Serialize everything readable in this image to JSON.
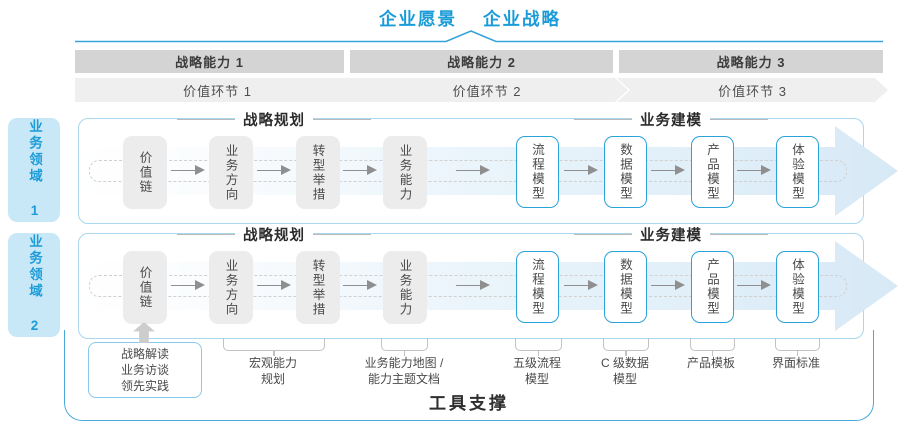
{
  "page": {
    "title_vision": "企业愿景",
    "title_strategy": "企业战略"
  },
  "strategy_bars": [
    "战略能力 1",
    "战略能力 2",
    "战略能力 3"
  ],
  "value_chevrons": [
    "价值环节 1",
    "价值环节 2",
    "价值环节 3"
  ],
  "domains": [
    "业务领域 1",
    "业务领域 2"
  ],
  "lane": {
    "planning_header": "战略规划",
    "modeling_header": "业务建模",
    "planning_boxes": [
      "价值链",
      "业务方向",
      "转型举措",
      "业务能力"
    ],
    "modeling_boxes": [
      "流程模型",
      "数据模型",
      "产品模型",
      "体验模型"
    ]
  },
  "annotations": {
    "practice_box": "战略解读\n业务访谈\n领先实践",
    "macro_capability": "宏观能力\n规划",
    "capability_map": "业务能力地图 /\n能力主题文档",
    "process_model": "五级流程\n模型",
    "data_model": "C 级数据\n模型",
    "product_template": "产品模板",
    "ui_standard": "界面标准"
  },
  "footer": {
    "tool_support": "工具支撑"
  },
  "colors": {
    "accent_blue": "#1b9cd8",
    "light_blue_fill": "#c9e8f7",
    "arrow_fill": "#d7e9f6",
    "bar_gray": "#d4d4d4",
    "chevron_gray": "#efefef",
    "box_gray": "#ececec",
    "box_border_blue": "#2aa3db",
    "lane_border": "#a8d7ef",
    "tool_border": "#4aa9db"
  }
}
